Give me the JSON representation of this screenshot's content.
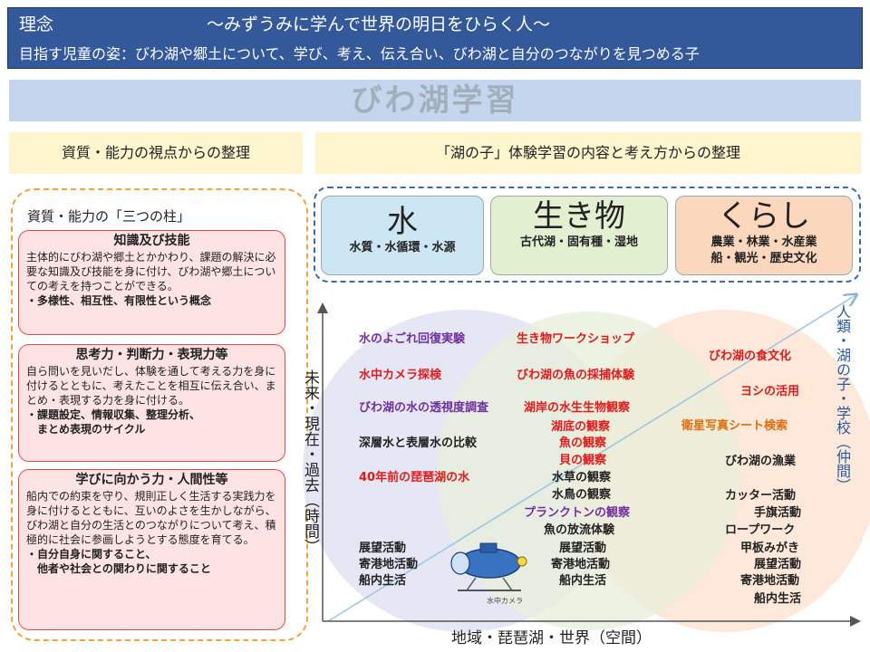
{
  "header": {
    "rinen_label": "理念",
    "motto": "～みずうみに学んで世界の明日をひらく人～",
    "goal": "目指す児童の姿：びわ湖や郷土について、学び、考え、伝え合い、びわ湖と自分のつながりを見つめる子"
  },
  "title": "びわ湖学習",
  "left_section": {
    "heading": "資質・能力の視点からの整理",
    "pillars_title": "資質・能力の「三つの柱」",
    "pillars": [
      {
        "title": "知識及び技能",
        "body": "主体的にびわ湖や郷土とかかわり、課題の解決に必要な知識及び技能を身に付け、びわ湖や郷土についての考えを持つことができる。",
        "keys": [
          "・多様性、相互性、有限性という概念"
        ]
      },
      {
        "title": "思考力・判断力・表現力等",
        "body": "自ら問いを見いだし、体験を通して考える力を身に付けるとともに、考えたことを相互に伝え合い、まとめ・表現する力を身に付ける。",
        "keys": [
          "・課題設定、情報収集、整理分析、",
          "　まとめ表現のサイクル"
        ]
      },
      {
        "title": "学びに向かう力・人間性等",
        "body": "船内での約束を守り、規則正しく生活する実践力を身に付けるとともに、互いのよさを生かしながら、びわ湖と自分の生活とのつながりについて考え、積極的に社会に参画しようとする態度を育てる。",
        "keys": [
          "・自分自身に関すること、",
          "　他者や社会との関わりに関すること"
        ]
      }
    ]
  },
  "right_section": {
    "heading": "「湖の子」体験学習の内容と考え方からの整理",
    "categories": [
      {
        "title": "水",
        "sub": "水質・水循環・水源",
        "color": "#cde6f3"
      },
      {
        "title": "生き物",
        "sub": "古代湖・固有種・湿地",
        "color": "#e3efd1"
      },
      {
        "title": "くらし",
        "sub_line1": "農業・林業・水産業",
        "sub_line2": "船・観光・歴史文化",
        "color": "#fbd7bd"
      }
    ]
  },
  "diagram": {
    "y_axis": "未来・現在・過去（時間）",
    "x_axis": "地域・琵琶湖・世界（空間）",
    "diag_label": "人類・湖の子・学校（仲間）",
    "circle_colors": {
      "water": "#e3e4f3",
      "life": "#e7efd9",
      "life_overlap": "#d5e2c4",
      "kurashi": "#fde4d3"
    },
    "text_colors": {
      "purple": "#7030a0",
      "red": "#e11a1a",
      "orange": "#e36c0a",
      "dark": "#222222"
    },
    "submarine_caption": "水中カメラ",
    "items": {
      "a1": "水のよごれ回復実験",
      "a2": "水中カメラ探検",
      "a3": "びわ湖の水の透視度調査",
      "a4": "深層水と表層水の比較",
      "a5": "40年前の琵琶湖の水",
      "a6": "展望活動",
      "a7": "寄港地活動",
      "a8": "船内生活",
      "b1": "生き物ワークショップ",
      "b2": "びわ湖の魚の採捕体験",
      "b3": "湖岸の水生生物観察",
      "b4": "湖底の観察",
      "b5": "魚の観察",
      "b6": "貝の観察",
      "b7": "水草の観察",
      "b8": "水鳥の観察",
      "b9": "プランクトンの観察",
      "b10": "魚の放流体験",
      "b11": "展望活動",
      "b12": "寄港地活動",
      "b13": "船内生活",
      "c1": "びわ湖の食文化",
      "c2": "ヨシの活用",
      "c3": "衛星写真シート検索",
      "c4": "びわ湖の漁業",
      "c5": "カッター活動",
      "c6": "手旗活動",
      "c7": "ロープワーク",
      "c8": "甲板みがき",
      "c9": "展望活動",
      "c10": "寄港地活動",
      "c11": "船内生活"
    }
  }
}
